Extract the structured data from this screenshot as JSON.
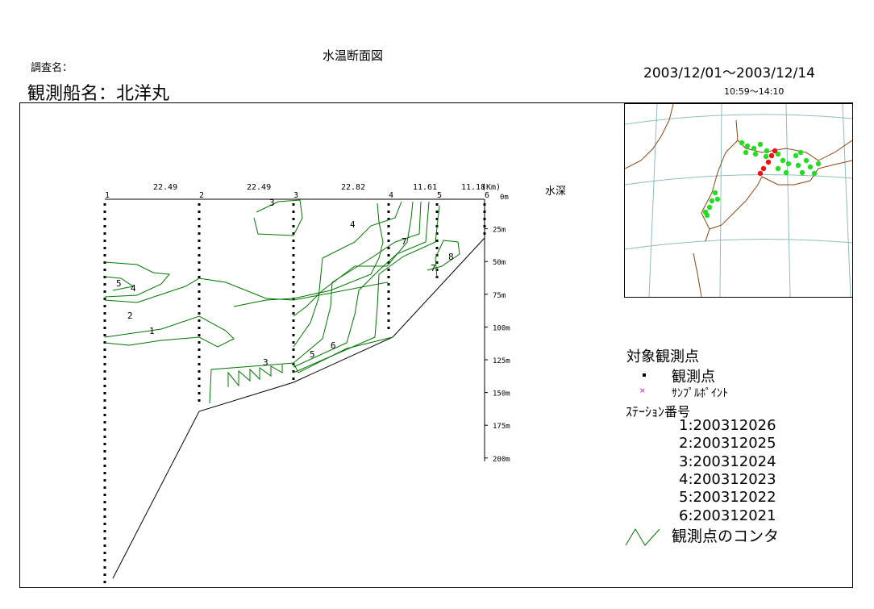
{
  "header": {
    "title": "水温断面図",
    "survey_label": "調査名：",
    "ship_label": "観測船名：北洋丸",
    "date_range": "2003/12/01～2003/12/14",
    "time_range": "10:59～14:10"
  },
  "section": {
    "stations": [
      "1",
      "2",
      "3",
      "4",
      "5",
      "6"
    ],
    "distances": [
      "22.49",
      "22.49",
      "22.82",
      "11.61",
      "11.18"
    ],
    "distance_unit": "(Km)",
    "depth_label": "水深",
    "depth_ticks": [
      "0m",
      "25m",
      "50m",
      "75m",
      "100m",
      "125m",
      "150m",
      "175m",
      "200m"
    ],
    "contour_labels": [
      "1",
      "2",
      "3",
      "3",
      "4",
      "4",
      "5",
      "5",
      "6",
      "7",
      "7",
      "8"
    ],
    "contour_color": "#007700"
  },
  "legend": {
    "title": "対象観測点",
    "obs_point": "観測点",
    "sample_point": "ｻﾝﾌﾟﾙﾎﾟｲﾝﾄ",
    "station_title": "ｽﾃｰｼｮﾝ番号",
    "stations": [
      "1:200312026",
      "2:200312025",
      "3:200312024",
      "4:200312023",
      "5:200312022",
      "6:200312021"
    ],
    "contour": "観測点のコンタ",
    "sample_color": "#cc00cc"
  }
}
